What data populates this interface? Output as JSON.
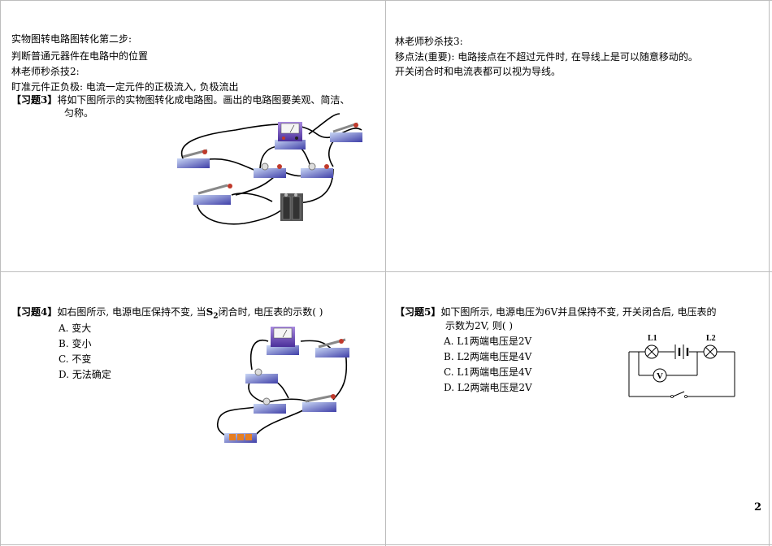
{
  "q1": {
    "line1": "实物图转电路图转化第二步:",
    "line2": "判断普通元器件在电路中的位置",
    "line3": "林老师秒杀技2:",
    "line4": "盯准元件正负极: 电流一定元件的正极流入, 负极流出",
    "exercise_label": "【习题3】",
    "exercise_text": "将如下图所示的实物图转化成电路图。画出的电路图要美观、简洁、",
    "exercise_text2": "匀称。"
  },
  "q2": {
    "line1": "林老师秒杀技3:",
    "line2": "移点法(重要): 电路接点在不超过元件时, 在导线上是可以随意移动的。",
    "line3": "开关闭合时和电流表都可以视为导线。"
  },
  "q3": {
    "exercise_label": "【习题4】",
    "stem_a": "如右图所示, 电源电压保持不变, 当",
    "stem_s": "S",
    "stem_sub": "2",
    "stem_b": "闭合时, 电压表的示数(    )",
    "options": [
      "A. 变大",
      "B. 变小",
      "C. 不变",
      "D. 无法确定"
    ]
  },
  "q4": {
    "exercise_label": "【习题5】",
    "stem_line1": "如下图所示, 电源电压为6V并且保持不变, 开关闭合后, 电压表的",
    "stem_line2": "示数为2V, 则(        )",
    "options": [
      "A.  L1两端电压是2V",
      "B.  L2两端电压是4V",
      "C.  L1两端电压是4V",
      "D.  L2两端电压是2V"
    ],
    "labels": {
      "l1": "L1",
      "l2": "L2",
      "v": "V"
    }
  },
  "page_number": "2",
  "colors": {
    "board": "#6a5acd",
    "board_light": "#9fb7e8",
    "wire": "#000000",
    "meter": "#7b5cc9"
  }
}
